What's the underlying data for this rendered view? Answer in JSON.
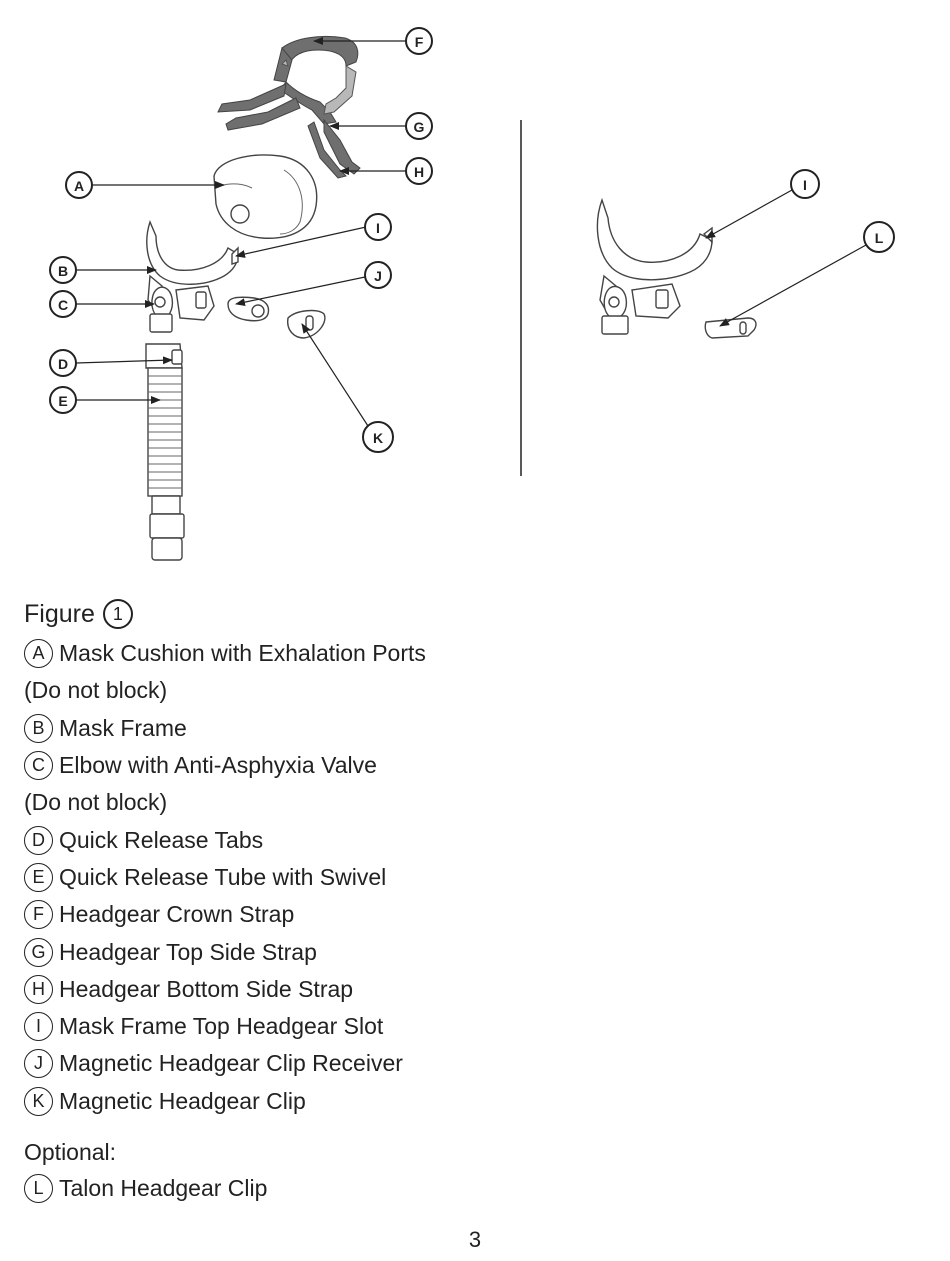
{
  "figure": {
    "title": "Figure",
    "number": "1",
    "callouts_left": [
      "A",
      "B",
      "C",
      "D",
      "E",
      "F",
      "G",
      "H",
      "I",
      "J",
      "K"
    ],
    "callouts_right": [
      "I",
      "L"
    ]
  },
  "legend": {
    "items": [
      {
        "letter": "A",
        "label": "Mask Cushion with Exhalation Ports"
      },
      {
        "continuation": "(Do not block)"
      },
      {
        "letter": "B",
        "label": "Mask Frame"
      },
      {
        "letter": "C",
        "label": "Elbow with Anti-Asphyxia Valve"
      },
      {
        "continuation": "(Do not block)"
      },
      {
        "letter": "D",
        "label": "Quick Release Tabs"
      },
      {
        "letter": "E",
        "label": "Quick Release Tube with Swivel"
      },
      {
        "letter": "F",
        "label": "Headgear Crown Strap"
      },
      {
        "letter": "G",
        "label": "Headgear Top Side Strap"
      },
      {
        "letter": "H",
        "label": "Headgear Bottom Side Strap"
      },
      {
        "letter": "I",
        "label": "Mask Frame Top Headgear Slot"
      },
      {
        "letter": "J",
        "label": "Magnetic Headgear Clip Receiver"
      },
      {
        "letter": "K",
        "label": "Magnetic Headgear Clip"
      }
    ],
    "optional_heading": "Optional:",
    "optional_items": [
      {
        "letter": "L",
        "label": "Talon Headgear Clip"
      }
    ]
  },
  "page_number": "3"
}
